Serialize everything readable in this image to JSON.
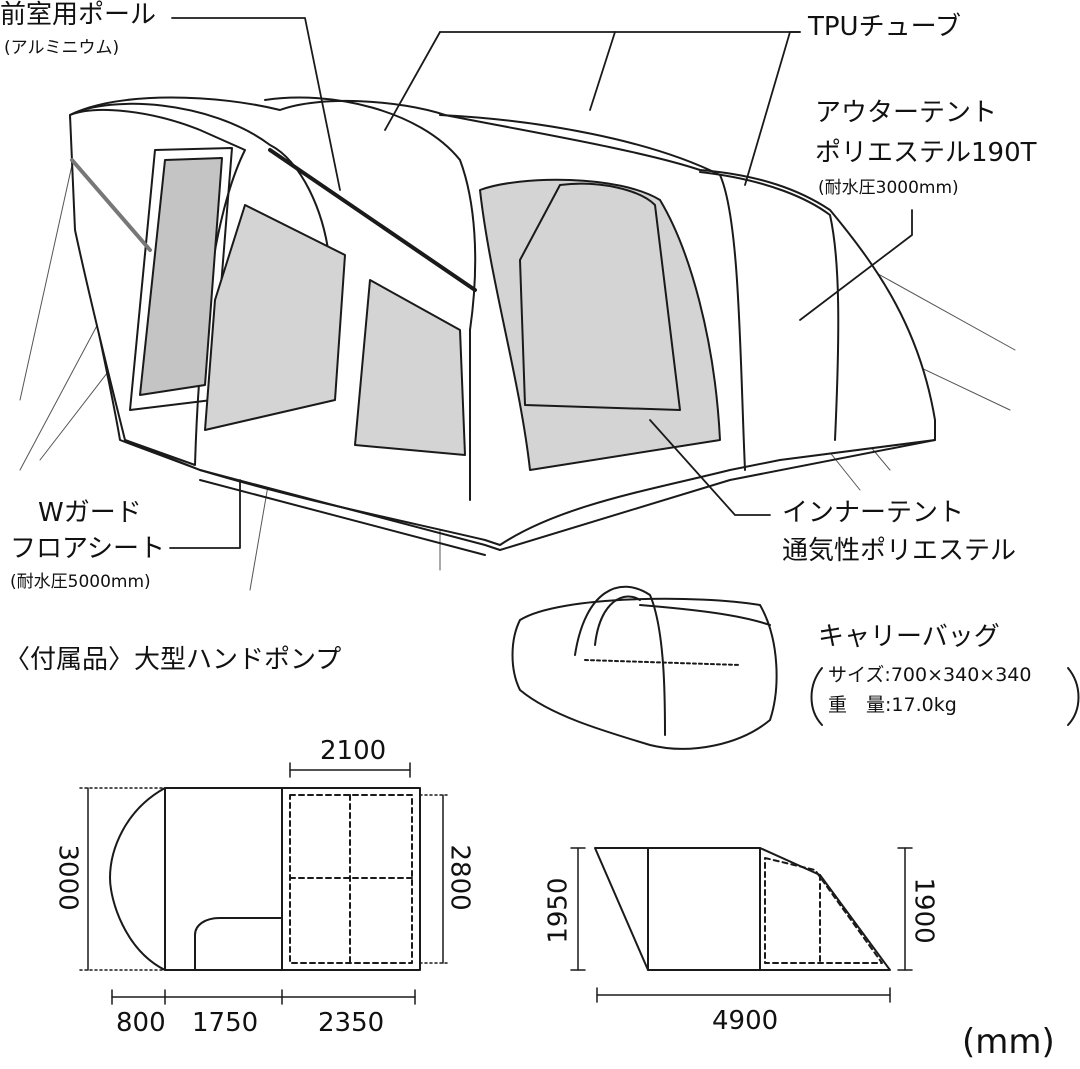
{
  "labels": {
    "front_pole": "前室用ポール",
    "front_pole_material": "(アルミニウム)",
    "tpu_tube": "TPUチューブ",
    "outer_tent": "アウターテント",
    "outer_tent_material": "ポリエステル190T",
    "outer_tent_water": "(耐水圧3000mm)",
    "floor_sheet_1": "Wガード",
    "floor_sheet_2": "フロアシート",
    "floor_sheet_water": "(耐水圧5000mm)",
    "inner_tent": "インナーテント",
    "inner_tent_material": "通気性ポリエステル",
    "accessory": "〈付属品〉大型ハンドポンプ",
    "carry_bag": "キャリーバッグ",
    "bag_size": "サイズ:700×340×340",
    "bag_weight": "重　量:17.0kg",
    "unit": "(mm)"
  },
  "dimensions": {
    "plan_inner_width": "2100",
    "plan_total_depth": "3000",
    "plan_inner_depth": "2800",
    "plan_seg1": "800",
    "plan_seg2": "1750",
    "plan_seg3": "2350",
    "side_height_front": "1950",
    "side_height_rear": "1900",
    "side_length": "4900"
  },
  "colors": {
    "line": "#1a1a1a",
    "mesh": "#d4d4d4",
    "window": "#c4c4c4"
  }
}
